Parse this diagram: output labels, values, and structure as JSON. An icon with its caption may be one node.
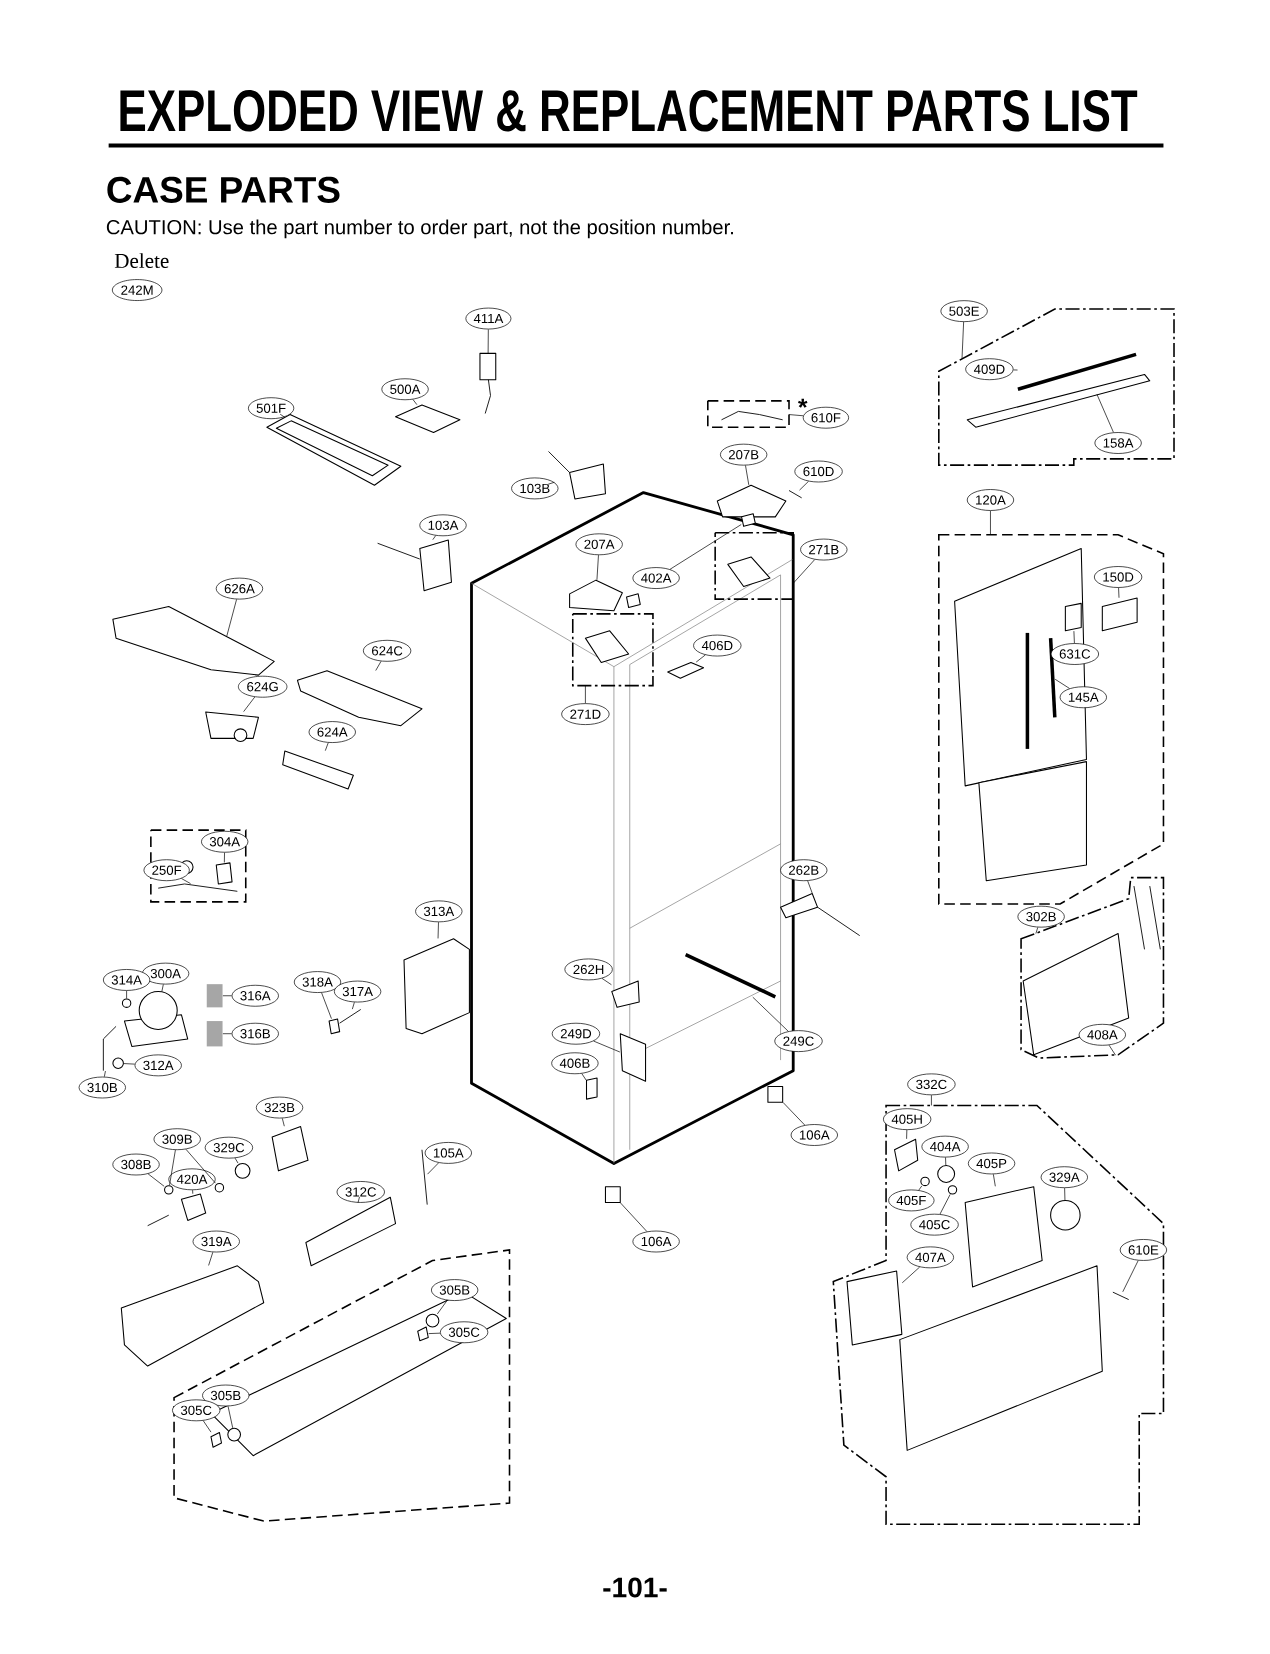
{
  "diagram": {
    "title": "EXPLODED VIEW & REPLACEMENT PARTS LIST",
    "nodes": [
      {
        "text": [],
        "shape": "box"
      },
      {
        "text": [],
        "shape": "box"
      },
      {
        "text": [],
        "shape": "box"
      },
      {
        "text": [],
        "shape": "box"
      },
      {
        "text": [],
        "shape": "box"
      },
      {
        "text": [],
        "shape": "box"
      },
      {
        "text": [],
        "shape": "box"
      },
      {
        "text": [
          "242M"
        ],
        "beside": [
          "Delete"
        ]
      },
      {
        "text": [
          "411A"
        ]
      },
      {
        "text": [
          "500A"
        ]
      },
      {
        "text": [
          "501F"
        ]
      },
      {
        "text": [
          "610F"
        ]
      },
      {
        "text": [
          "207B"
        ]
      },
      {
        "text": [
          "610D"
        ]
      },
      {
        "text": [
          "103B"
        ]
      },
      {
        "text": [
          "103A"
        ]
      },
      {
        "text": [
          "207A"
        ]
      },
      {
        "text": [
          "271B"
        ]
      },
      {
        "text": [
          "402A"
        ]
      },
      {
        "text": [
          "626A"
        ]
      },
      {
        "text": [
          "624C"
        ]
      },
      {
        "text": [
          "406D"
        ]
      },
      {
        "text": [
          "624G"
        ]
      },
      {
        "text": [
          "271D"
        ]
      },
      {
        "text": [
          "624A"
        ]
      },
      {
        "text": [
          "503E"
        ]
      },
      {
        "text": [
          "409D"
        ],
        "in": 0
      },
      {
        "text": [
          "158A"
        ],
        "in": 0
      },
      {
        "text": [
          "120A"
        ]
      },
      {
        "text": [
          "150D"
        ],
        "in": 1
      },
      {
        "text": [
          "631C"
        ],
        "in": 1
      },
      {
        "text": [
          "145A"
        ],
        "in": 1
      },
      {
        "text": [
          "304A"
        ]
      },
      {
        "text": [
          "250F"
        ]
      },
      {
        "text": [
          "262B"
        ]
      },
      {
        "text": [
          "313A"
        ]
      },
      {
        "text": [
          "302B"
        ]
      },
      {
        "text": [
          "300A"
        ]
      },
      {
        "text": [
          "314A"
        ]
      },
      {
        "text": [
          "316A"
        ]
      },
      {
        "text": [
          "318A"
        ]
      },
      {
        "text": [
          "317A"
        ]
      },
      {
        "text": [
          "262H"
        ]
      },
      {
        "text": [
          "316B"
        ]
      },
      {
        "text": [
          "249D"
        ]
      },
      {
        "text": [
          "249C"
        ]
      },
      {
        "text": [
          "408A"
        ],
        "in": 2
      },
      {
        "text": [
          "406B"
        ]
      },
      {
        "text": [
          "312A"
        ]
      },
      {
        "text": [
          "310B"
        ]
      },
      {
        "text": [
          "332C"
        ]
      },
      {
        "text": [
          "323B"
        ]
      },
      {
        "text": [
          "106A"
        ]
      },
      {
        "text": [
          "405H"
        ],
        "in": 3
      },
      {
        "text": [
          "309B"
        ]
      },
      {
        "text": [
          "329C"
        ]
      },
      {
        "text": [
          "404A"
        ],
        "in": 3
      },
      {
        "text": [
          "105A"
        ]
      },
      {
        "text": [
          "308B"
        ]
      },
      {
        "text": [
          "420A"
        ]
      },
      {
        "text": [
          "405P"
        ],
        "in": 3
      },
      {
        "text": [
          "329A"
        ],
        "in": 3
      },
      {
        "text": [
          "405F"
        ],
        "in": 3
      },
      {
        "text": [
          "312C"
        ]
      },
      {
        "text": [
          "405C"
        ],
        "in": 3
      },
      {
        "text": [
          "106A"
        ]
      },
      {
        "text": [
          "319A"
        ]
      },
      {
        "text": [
          "407A"
        ],
        "in": 3
      },
      {
        "text": [
          "610E"
        ],
        "in": 3
      },
      {
        "text": [
          "305B"
        ]
      },
      {
        "text": [
          "305C"
        ]
      },
      {
        "text": [
          "305B"
        ]
      },
      {
        "text": [
          "305C"
        ]
      },
      {
        "text": [],
        "shape": "picture"
      },
      {
        "text": [],
        "shape": "box"
      },
      {
        "text": [],
        "shape": "box"
      },
      {
        "text": [],
        "shape": "box"
      },
      {
        "text": [],
        "shape": "picture"
      },
      {
        "text": [],
        "shape": "picture"
      },
      {
        "text": [],
        "shape": "picture"
      },
      {
        "text": [],
        "shape": "box"
      },
      {
        "text": [],
        "shape": "box"
      },
      {
        "text": [],
        "shape": "box"
      },
      {
        "text": [],
        "shape": "box"
      },
      {
        "text": [],
        "shape": "box"
      },
      {
        "text": [],
        "shape": "box"
      },
      {
        "text": [],
        "shape": "box"
      },
      {
        "text": [],
        "shape": "picture",
        "in": 0
      },
      {
        "text": [],
        "shape": "box",
        "in": 0
      },
      {
        "text": [],
        "shape": "box",
        "in": 1
      },
      {
        "text": [],
        "shape": "box",
        "in": 1
      },
      {
        "text": [],
        "shape": "picture",
        "in": 1
      },
      {
        "text": [],
        "shape": "box"
      },
      {
        "text": [],
        "shape": "picture"
      },
      {
        "text": [],
        "shape": "picture"
      },
      {
        "text": [],
        "shape": "box"
      },
      {
        "text": [],
        "shape": "picture"
      },
      {
        "text": [],
        "shape": "circle"
      },
      {
        "text": [],
        "shape": "box"
      },
      {
        "text": [],
        "shape": "box"
      },
      {
        "text": [],
        "shape": "picture"
      },
      {
        "text": [],
        "shape": "box"
      },
      {
        "text": [],
        "shape": "box"
      },
      {
        "text": [],
        "shape": "box"
      },
      {
        "text": [],
        "shape": "picture"
      },
      {
        "text": [],
        "shape": "box",
        "in": 2
      },
      {
        "text": [],
        "shape": "box"
      },
      {
        "text": [],
        "shape": "circle"
      },
      {
        "text": [],
        "shape": "picture"
      },
      {
        "text": [],
        "shape": "box"
      },
      {
        "text": [],
        "shape": "box"
      },
      {
        "text": [],
        "shape": "box",
        "in": 3
      },
      {
        "text": [],
        "shape": "circle"
      },
      {
        "text": [],
        "shape": "circle"
      },
      {
        "text": [],
        "shape": "circle"
      },
      {
        "text": [],
        "shape": "circle",
        "in": 3
      },
      {
        "text": [],
        "shape": "picture"
      },
      {
        "text": [],
        "shape": "box"
      },
      {
        "text": [],
        "shape": "box",
        "in": 3
      },
      {
        "text": [],
        "shape": "circle",
        "in": 3
      },
      {
        "text": [],
        "shape": "circle",
        "in": 3
      },
      {
        "text": [],
        "shape": "box"
      },
      {
        "text": [],
        "shape": "circle",
        "in": 3
      },
      {
        "text": [],
        "shape": "box"
      },
      {
        "text": [],
        "shape": "box"
      },
      {
        "text": [],
        "shape": "box",
        "in": 3
      },
      {
        "text": [],
        "shape": "picture",
        "in": 3
      },
      {
        "text": [],
        "shape": "circle"
      },
      {
        "text": [],
        "shape": "box"
      },
      {
        "text": [],
        "shape": "circle"
      },
      {
        "text": [],
        "shape": "box"
      }
    ],
    "edges": [
      {
        "from": 8,
        "to": 73,
        "arrow": "none"
      },
      {
        "from": 9,
        "to": 74,
        "arrow": "none"
      },
      {
        "from": 10,
        "to": 75,
        "arrow": "none"
      },
      {
        "from": 11,
        "to": 4,
        "arrow": "none"
      },
      {
        "from": 12,
        "to": 76,
        "arrow": "none"
      },
      {
        "from": 13,
        "to": 77,
        "arrow": "none"
      },
      {
        "from": 14,
        "to": 78,
        "arrow": "none"
      },
      {
        "from": 15,
        "to": 79,
        "arrow": "none"
      },
      {
        "from": 16,
        "to": 80,
        "arrow": "none"
      },
      {
        "from": 17,
        "to": 5,
        "arrow": "none"
      },
      {
        "from": 18,
        "to": 81,
        "arrow": "none"
      },
      {
        "from": 19,
        "to": 82,
        "arrow": "none"
      },
      {
        "from": 20,
        "to": 83,
        "arrow": "none"
      },
      {
        "from": 21,
        "to": 84,
        "arrow": "none"
      },
      {
        "from": 22,
        "to": 85,
        "arrow": "none"
      },
      {
        "from": 23,
        "to": 6,
        "arrow": "none"
      },
      {
        "from": 24,
        "to": 86,
        "arrow": "none"
      },
      {
        "from": 25,
        "to": 0,
        "arrow": "none"
      },
      {
        "from": 26,
        "to": 87,
        "arrow": "none"
      },
      {
        "from": 27,
        "to": 88,
        "arrow": "none"
      },
      {
        "from": 28,
        "to": 1,
        "arrow": "none"
      },
      {
        "from": 29,
        "to": 90,
        "arrow": "none"
      },
      {
        "from": 30,
        "to": 89,
        "arrow": "none"
      },
      {
        "from": 31,
        "to": 91,
        "arrow": "none"
      },
      {
        "from": 32,
        "to": 92,
        "arrow": "none"
      },
      {
        "from": 33,
        "to": 93,
        "arrow": "none"
      },
      {
        "from": 34,
        "to": 94,
        "arrow": "none"
      },
      {
        "from": 35,
        "to": 95,
        "arrow": "none"
      },
      {
        "from": 36,
        "to": 2,
        "arrow": "none"
      },
      {
        "from": 37,
        "to": 96,
        "arrow": "none"
      },
      {
        "from": 38,
        "to": 97,
        "arrow": "none"
      },
      {
        "from": 39,
        "to": 98,
        "arrow": "none"
      },
      {
        "from": 40,
        "to": 99,
        "arrow": "none"
      },
      {
        "from": 41,
        "to": 100,
        "arrow": "none"
      },
      {
        "from": 42,
        "to": 101,
        "arrow": "none"
      },
      {
        "from": 43,
        "to": 102,
        "arrow": "none"
      },
      {
        "from": 44,
        "to": 103,
        "arrow": "none"
      },
      {
        "from": 45,
        "to": 104,
        "arrow": "none"
      },
      {
        "from": 46,
        "to": 105,
        "arrow": "none"
      },
      {
        "from": 47,
        "to": 106,
        "arrow": "none"
      },
      {
        "from": 48,
        "to": 107,
        "arrow": "none"
      },
      {
        "from": 49,
        "to": 108,
        "arrow": "none"
      },
      {
        "from": 50,
        "to": 3,
        "arrow": "none"
      },
      {
        "from": 51,
        "to": 109,
        "arrow": "none"
      },
      {
        "from": 52,
        "to": 110,
        "arrow": "none"
      },
      {
        "from": 53,
        "to": 111,
        "arrow": "none"
      },
      {
        "from": 54,
        "to": 112,
        "arrow": "none"
      },
      {
        "from": 54,
        "to": 113,
        "arrow": "none"
      },
      {
        "from": 55,
        "to": 114,
        "arrow": "none"
      },
      {
        "from": 56,
        "to": 115,
        "arrow": "none"
      },
      {
        "from": 57,
        "to": 116,
        "arrow": "none"
      },
      {
        "from": 58,
        "to": 112,
        "arrow": "none"
      },
      {
        "from": 59,
        "to": 117,
        "arrow": "none"
      },
      {
        "from": 60,
        "to": 118,
        "arrow": "none"
      },
      {
        "from": 61,
        "to": 119,
        "arrow": "none"
      },
      {
        "from": 62,
        "to": 120,
        "arrow": "none"
      },
      {
        "from": 63,
        "to": 121,
        "arrow": "none"
      },
      {
        "from": 64,
        "to": 122,
        "arrow": "none"
      },
      {
        "from": 65,
        "to": 123,
        "arrow": "none"
      },
      {
        "from": 66,
        "to": 124,
        "arrow": "none"
      },
      {
        "from": 67,
        "to": 125,
        "arrow": "none"
      },
      {
        "from": 68,
        "to": 126,
        "arrow": "none"
      },
      {
        "from": 69,
        "to": 127,
        "arrow": "none"
      },
      {
        "from": 70,
        "to": 128,
        "arrow": "none"
      },
      {
        "from": 71,
        "to": 129,
        "arrow": "none"
      },
      {
        "from": 72,
        "to": 130,
        "arrow": "none"
      }
    ],
    "labels": [
      "CASE PARTS",
      "CAUTION: Use the part number to order part, not the position number.",
      "*",
      "-101-"
    ]
  }
}
